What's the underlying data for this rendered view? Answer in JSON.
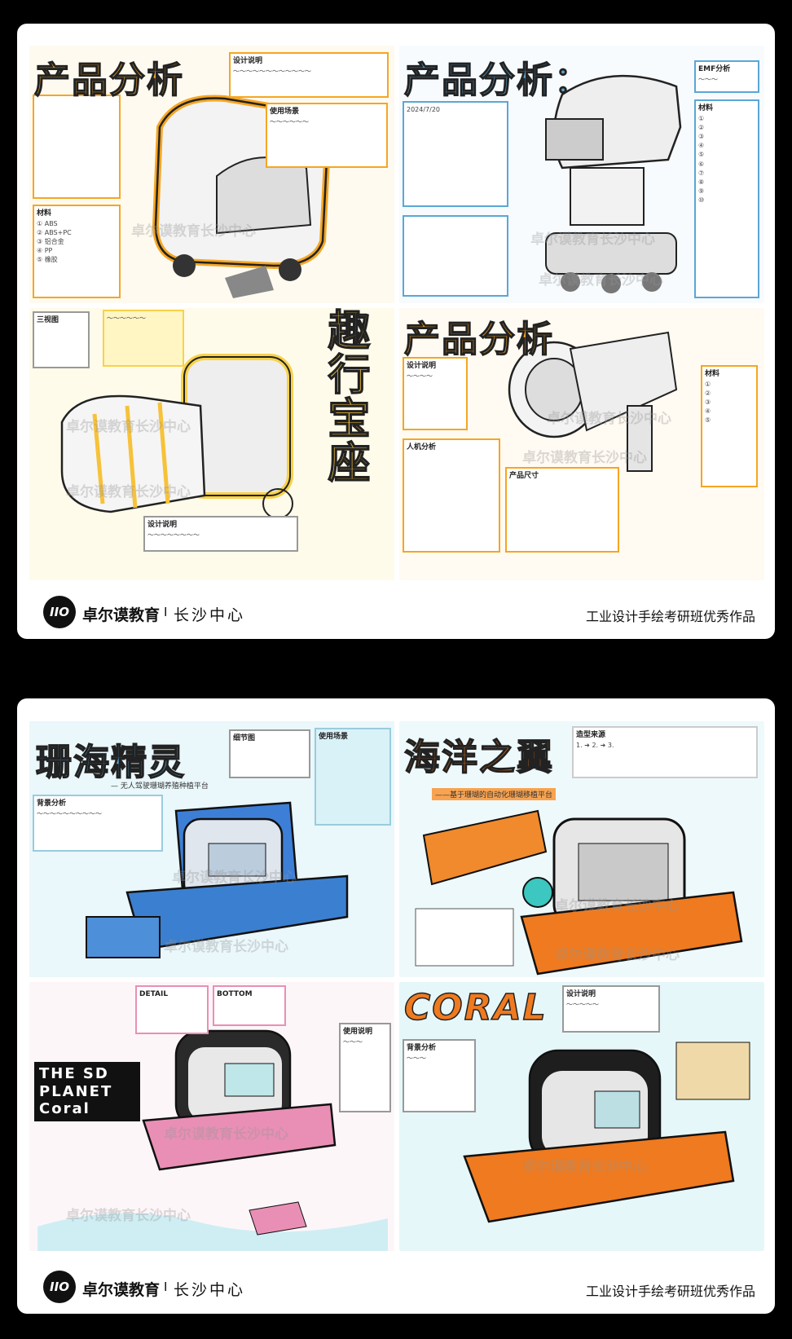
{
  "watermark": "卓尔谟教育长沙中心",
  "cards": [
    {
      "panels": [
        {
          "title": "产品分析",
          "note1_title": "设计说明",
          "note2_title": "使用场景",
          "table_title": "材料"
        },
        {
          "title": "产品分析：",
          "note1_title": "EMF分析",
          "table_title": "材料",
          "date": "2024/7/20"
        },
        {
          "title": "趣行宝座",
          "note1_title": "三视图",
          "note2_title": "设计说明"
        },
        {
          "title": "产品分析",
          "note1_title": "设计说明",
          "note2_title": "人机分析",
          "note3_title": "产品尺寸",
          "table_title": "材料"
        }
      ],
      "footer": {
        "brand": "卓尔谟教育",
        "separator": "I",
        "center": "长沙中心",
        "slogan": "工业设计手绘考研班优秀作品",
        "logo_text": "IIO"
      }
    },
    {
      "panels": [
        {
          "title": "珊海精灵",
          "subtitle": "— 无人驾驶珊瑚养殖种植平台",
          "note1_title": "背景分析",
          "note2_title": "细节图",
          "note3_title": "使用场景"
        },
        {
          "title": "海洋之翼",
          "subtitle": "——基于珊瑚的自动化珊瑚移植平台",
          "note1_title": "造型来源",
          "steps": [
            "1.",
            "2.",
            "3."
          ]
        },
        {
          "title": "THE SD PLANET Coral",
          "note1_title": "DETAIL",
          "note2_title": "BOTTOM",
          "note3_title": "使用说明"
        },
        {
          "title": "CORAL",
          "note1_title": "设计说明",
          "note2_title": "背景分析"
        }
      ],
      "footer": {
        "brand": "卓尔谟教育",
        "separator": "I",
        "center": "长沙中心",
        "slogan": "工业设计手绘考研班优秀作品",
        "logo_text": "IIO"
      }
    }
  ],
  "colors": {
    "orange": "#f5a623",
    "blue": "#5aa7d6",
    "yellow": "#f7d24a",
    "pink": "#e98fb5",
    "cyan": "#a8e3ee",
    "deep_orange": "#ef7a1f"
  }
}
